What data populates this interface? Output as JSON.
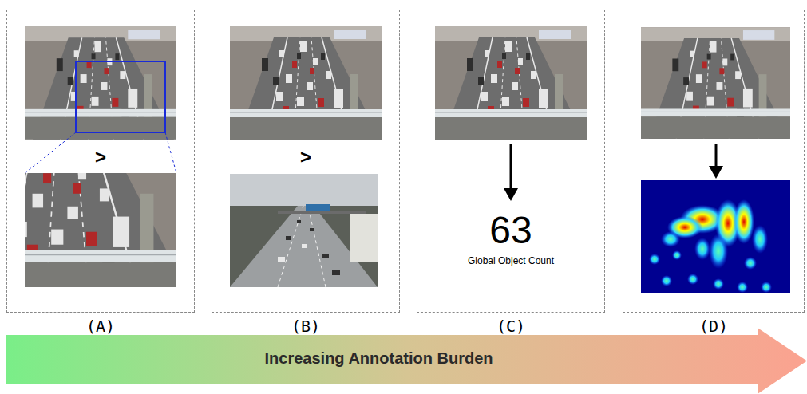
{
  "diagram": {
    "nodes": [
      {
        "text": [
          ">",
          "(A)"
        ]
      },
      {
        "text": [
          ">",
          "(B)"
        ]
      },
      {
        "text": [
          "63",
          "Global Object Count",
          "(C)"
        ]
      },
      {
        "text": [
          "(D)"
        ]
      },
      {
        "text": [
          "Increasing Annotation Burden"
        ]
      }
    ]
  }
}
